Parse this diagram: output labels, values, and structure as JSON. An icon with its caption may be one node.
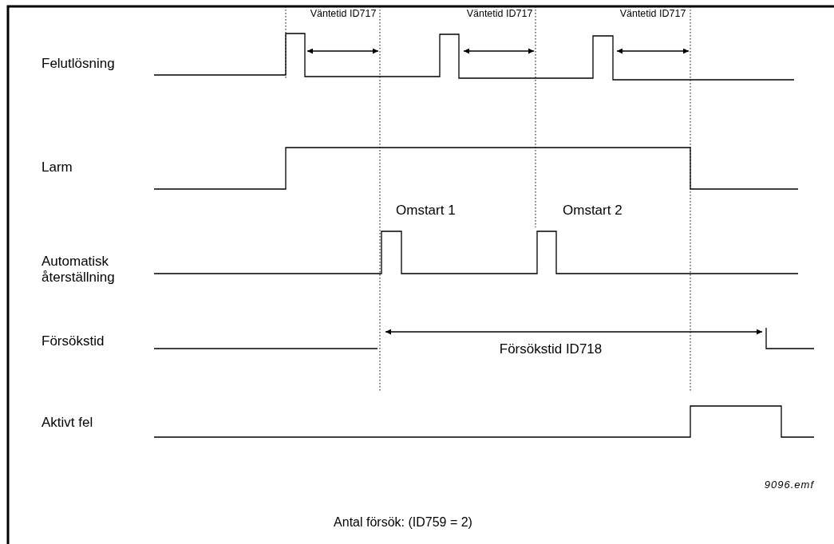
{
  "diagram": {
    "labels": [
      "Väntetid ID717",
      "Väntetid ID717",
      "Väntetid ID717",
      "Felutlösning",
      "Larm",
      "Omstart 1",
      "Omstart 2",
      "Automatisk återställning",
      "Försökstid",
      "Försökstid ID718",
      "Aktivt fel",
      "9096.emf",
      "Antal försök: (ID759 = 2)"
    ]
  }
}
